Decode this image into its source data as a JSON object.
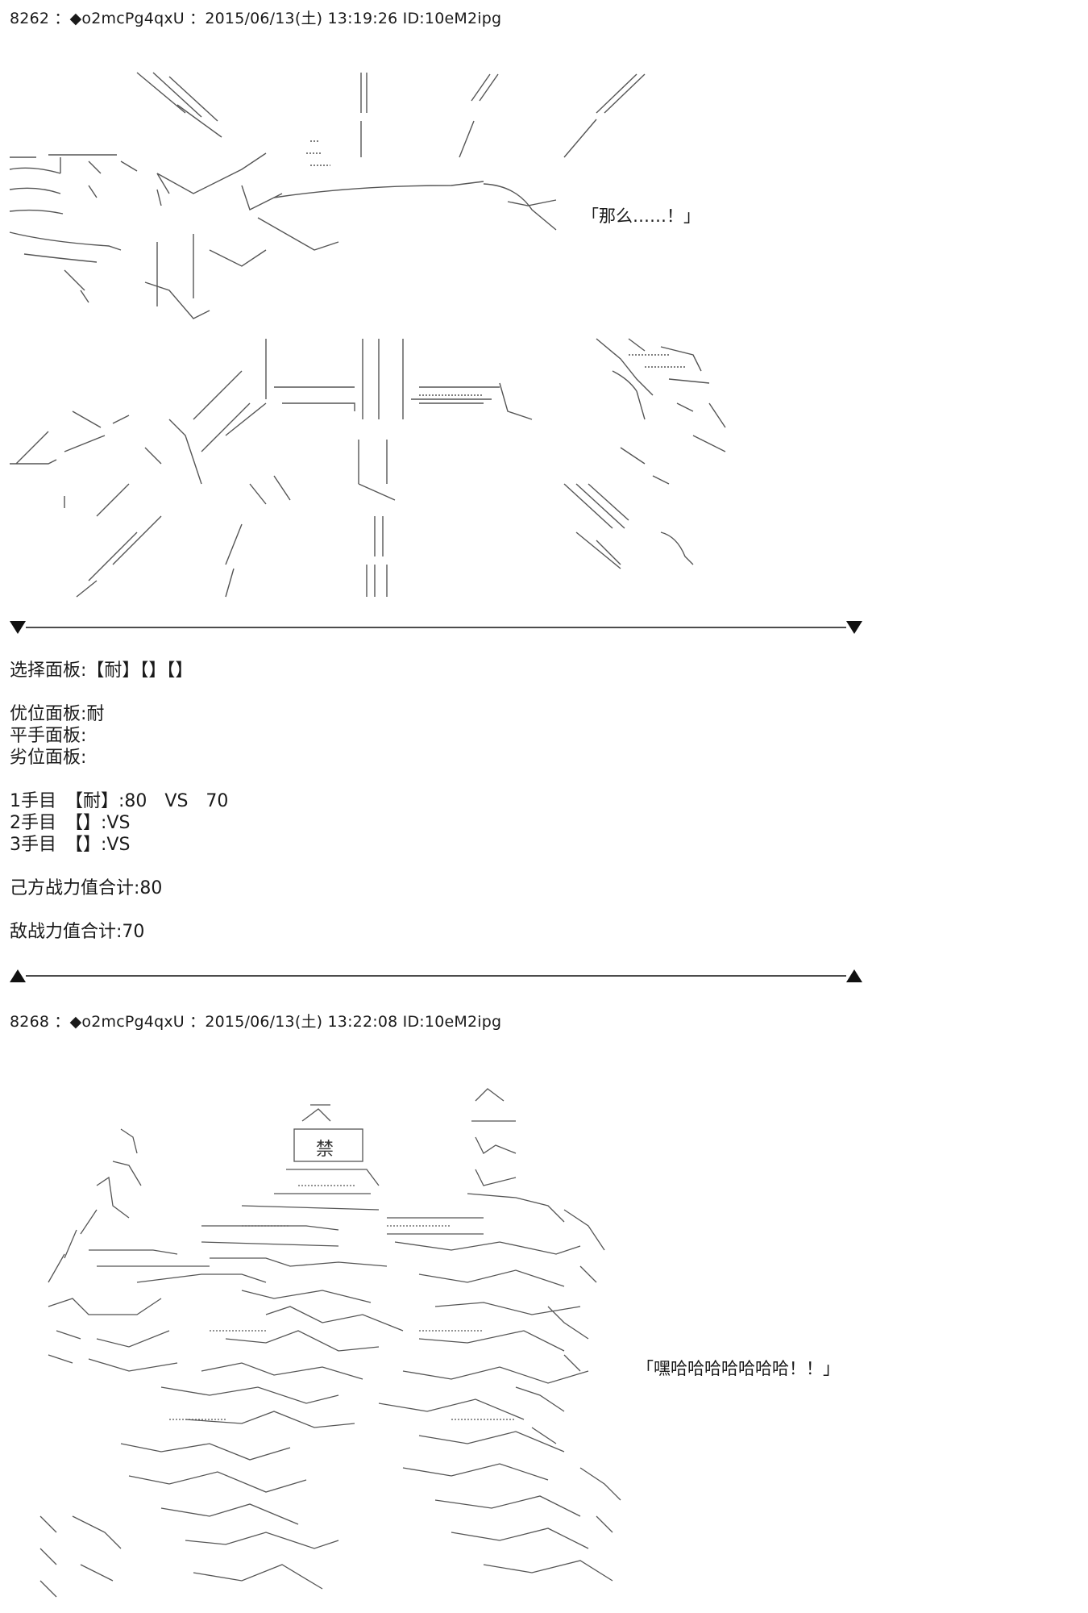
{
  "posts": [
    {
      "header": "8262 ：◆o2mcPg4qxU ：2015/06/13(土) 13:19:26 ID:10eM2ipg",
      "speech": "「那么……！」"
    },
    {
      "header": "8268 ：◆o2mcPg4qxU ：2015/06/13(土) 13:22:08 ID:10eM2ipg",
      "speech": "「嘿哈哈哈哈哈哈哈！！」",
      "sign": "禁"
    }
  ],
  "panel": {
    "select_line": "选择面板:【耐】【】【】",
    "superior": "优位面板:耐",
    "even": "平手面板:",
    "inferior": "劣位面板:",
    "round1": "1手目　【耐】:80　VS　70",
    "round2": "2手目　【】:VS",
    "round3": "3手目　【】:VS",
    "own_total": "己方战力值合计:80",
    "enemy_total": "敌战力值合计:70"
  }
}
